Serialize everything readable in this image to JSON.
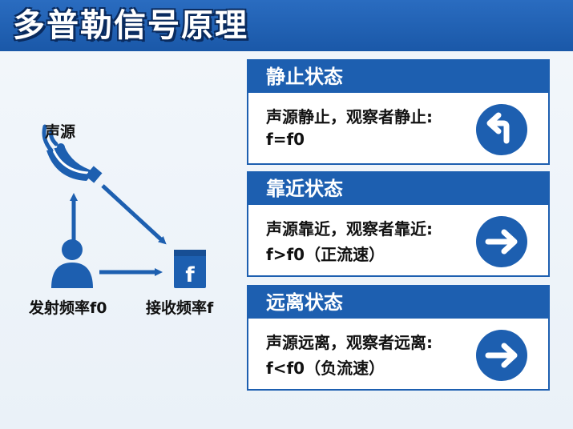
{
  "title": "多普勒信号原理",
  "diagram": {
    "source_label": "声源",
    "emitter_label": "发射频率f0",
    "receiver_label": "接收频率f",
    "receiver_glyph": "f"
  },
  "cards": [
    {
      "title": "静止状态",
      "line1": "声源静止，观察者静止:",
      "line2": "f=f0",
      "icon": "turn-left-arrow-icon"
    },
    {
      "title": "靠近状态",
      "line1": "声源靠近，观察者靠近:",
      "line2": "f>f0（正流速）",
      "icon": "right-arrow-icon"
    },
    {
      "title": "远离状态",
      "line1": "声源远离，观察者远离:",
      "line2": "f<f0（负流速）",
      "icon": "right-arrow-icon"
    }
  ],
  "colors": {
    "primary": "#1d5fb0",
    "header_outline": "#0a2b5e",
    "text": "#111111",
    "background": "#eef3f9"
  }
}
